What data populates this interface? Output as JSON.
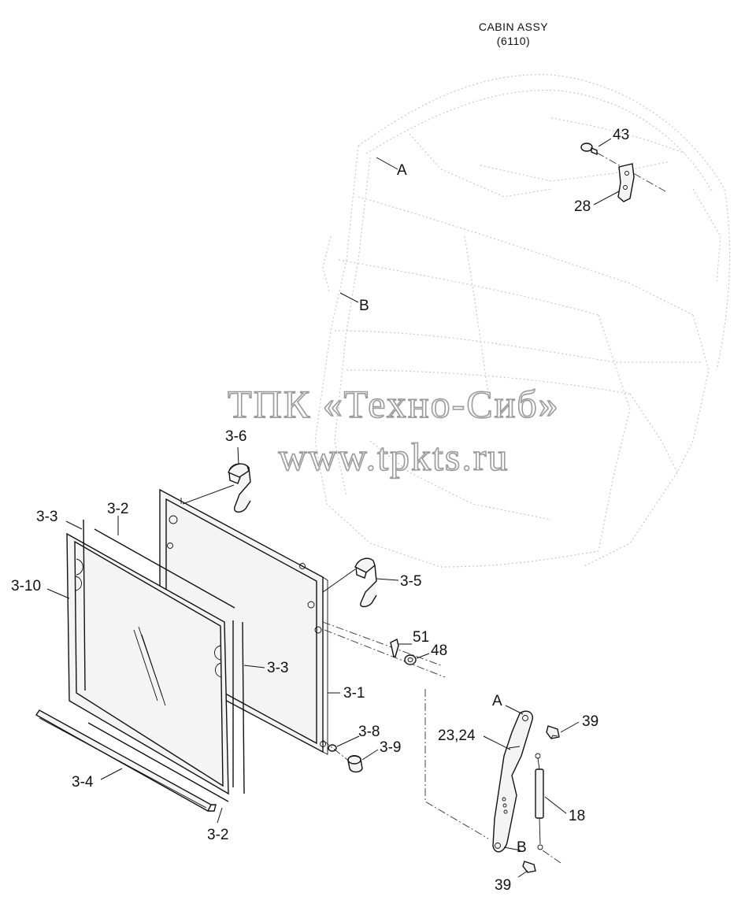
{
  "header": {
    "line1": "CABIN ASSY",
    "line2": "(6110)"
  },
  "watermark": {
    "line1": "ТПК «Техно-Сиб»",
    "line2": "www.tpkts.ru"
  },
  "labels": {
    "A_top": "A",
    "B_top": "B",
    "p43": "43",
    "p28": "28",
    "p3_6": "3-6",
    "p3_5": "3-5",
    "p3_3a": "3-3",
    "p3_2a": "3-2",
    "p3_10": "3-10",
    "p3_3b": "3-3",
    "p3_1": "3-1",
    "p3_8": "3-8",
    "p3_9": "3-9",
    "p3_4": "3-4",
    "p3_2b": "3-2",
    "p51": "51",
    "p48": "48",
    "A_low": "A",
    "p39a": "39",
    "p23_24": "23,24",
    "p18": "18",
    "B_low": "B",
    "p39b": "39"
  }
}
